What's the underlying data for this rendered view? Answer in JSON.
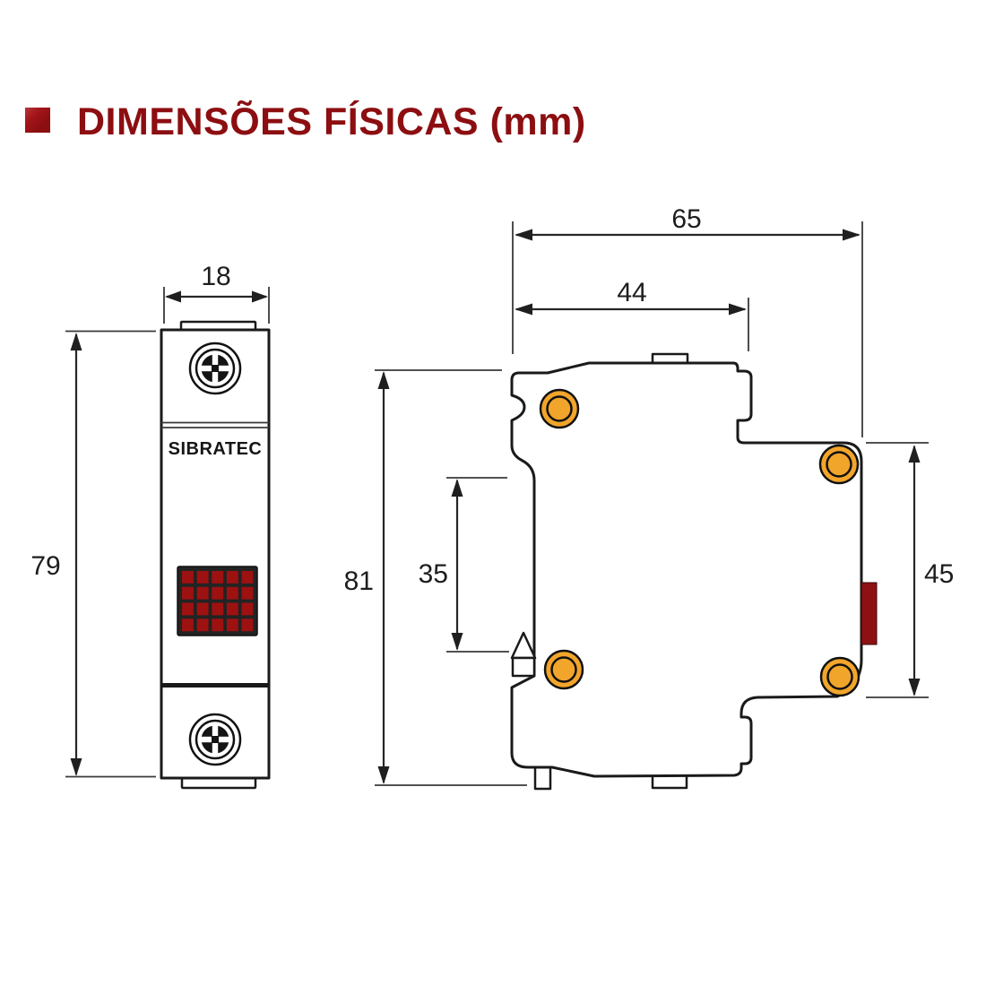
{
  "title": {
    "text": "DIMENSÕES FÍSICAS (mm)"
  },
  "front_view": {
    "brand": "SIBRATEC",
    "width_label": "18",
    "height_label": "79",
    "led_grid": {
      "rows": 4,
      "cols": 5
    }
  },
  "side_view": {
    "overall_width_label": "65",
    "body_width_label": "44",
    "height_label": "81",
    "din_slot_label": "35",
    "right_section_height_label": "45"
  },
  "colors": {
    "title_maroon": "#8c0e11",
    "screw_orange": "#f2a52b",
    "led_red": "#9e1111",
    "red_element": "#8d1113"
  }
}
